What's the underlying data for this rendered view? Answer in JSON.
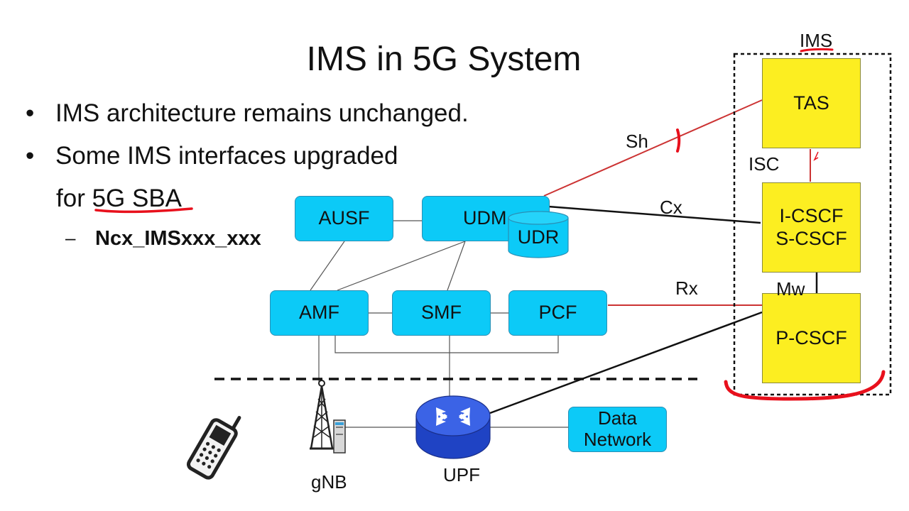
{
  "slide": {
    "title": "IMS in 5G System",
    "bullets": [
      {
        "marker": "•",
        "text": "IMS architecture remains unchanged."
      },
      {
        "marker": "•",
        "text": "Some IMS interfaces upgraded"
      }
    ],
    "bullet_cont_prefix": "for ",
    "bullet_cont_highlight": "5G SBA",
    "sub_marker": "–",
    "sub_bullet": "Ncx_IMSxxx_xxx"
  },
  "nodes": {
    "ausf": "AUSF",
    "udm": "UDM",
    "udr": "UDR",
    "amf": "AMF",
    "smf": "SMF",
    "pcf": "PCF",
    "tas": "TAS",
    "icscf": "I-CSCF",
    "scscf": "S-CSCF",
    "pcscf": "P-CSCF",
    "data_network_line1": "Data",
    "data_network_line2": "Network",
    "gnb": "gNB",
    "upf": "UPF"
  },
  "ims_group_label": "IMS",
  "interfaces": {
    "sh": "Sh",
    "cx": "Cx",
    "isc": "ISC",
    "rx": "Rx",
    "mw": "Mw"
  },
  "colors": {
    "nf_fill": "#0ccaf7",
    "ims_fill": "#fcee21",
    "red_link": "#cc3333",
    "annotation": "#e8101c"
  },
  "icons": [
    "mobile-phone-icon",
    "cell-tower-icon",
    "router-icon",
    "database-icon"
  ]
}
